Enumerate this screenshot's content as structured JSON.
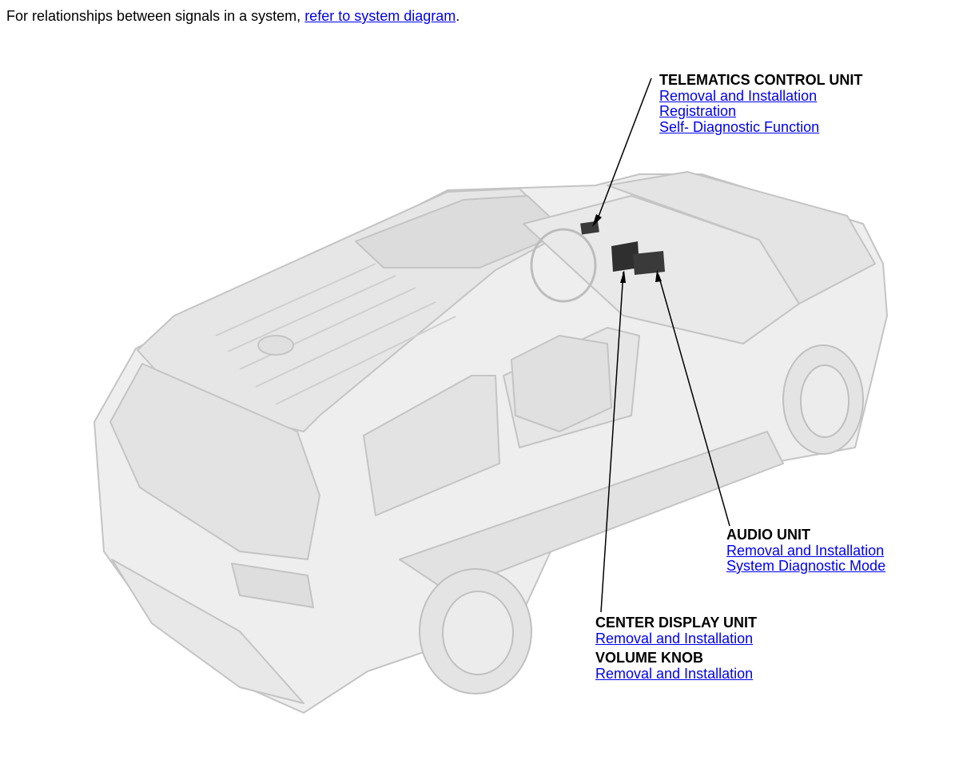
{
  "intro": {
    "text": "For relationships between signals in a system, ",
    "link": "refer to system diagram",
    "end": "."
  },
  "components": {
    "telematics": {
      "title": "TELEMATICS CONTROL UNIT",
      "links": [
        "Removal and Installation",
        "Registration",
        "Self- Diagnostic Function"
      ]
    },
    "audio": {
      "title": "AUDIO UNIT",
      "links": [
        "Removal and Installation",
        "System Diagnostic Mode"
      ]
    },
    "center_display": {
      "title": "CENTER DISPLAY UNIT",
      "links": [
        "Removal and Installation"
      ]
    },
    "volume_knob": {
      "title": "VOLUME KNOB",
      "links": [
        "Removal and Installation"
      ]
    }
  },
  "colors": {
    "link": "#0000ee",
    "body_fill": "#eeeeee",
    "body_stroke": "#c4c4c4",
    "glass": "#d9d9d9",
    "component": "#3a3a3a"
  }
}
